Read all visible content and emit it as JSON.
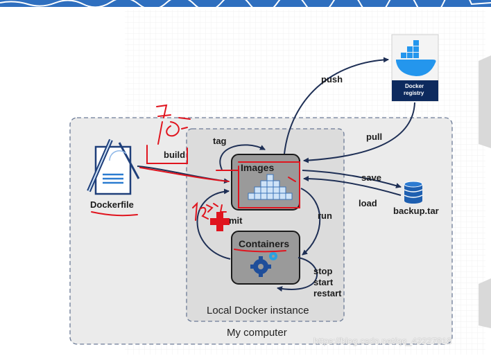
{
  "diagram": {
    "outer_label": "My computer",
    "inner_label": "Local Docker instance",
    "images_label": "Images",
    "containers_label": "Containers",
    "dockerfile_label": "Dockerfile",
    "registry_label_1": "Docker",
    "registry_label_2": "registry",
    "backup_label": "backup.tar",
    "arrows": {
      "build": "build",
      "tag": "tag",
      "push": "push",
      "pull": "pull",
      "save": "save",
      "load": "load",
      "run": "run",
      "commit_partial": "mit",
      "stop": "stop",
      "start": "start",
      "restart": "restart"
    }
  },
  "watermark": "https://blog.csdn.net/qq_42227818",
  "colors": {
    "arrow": "#1e2f55",
    "annotation": "#e0141e",
    "outer_box_fill": "#ebebeb",
    "inner_box_fill": "#dcdcdc",
    "node_fill": "#9a9a9a",
    "registry_blue": "#0d2a5e",
    "whale_blue": "#2496ed"
  }
}
